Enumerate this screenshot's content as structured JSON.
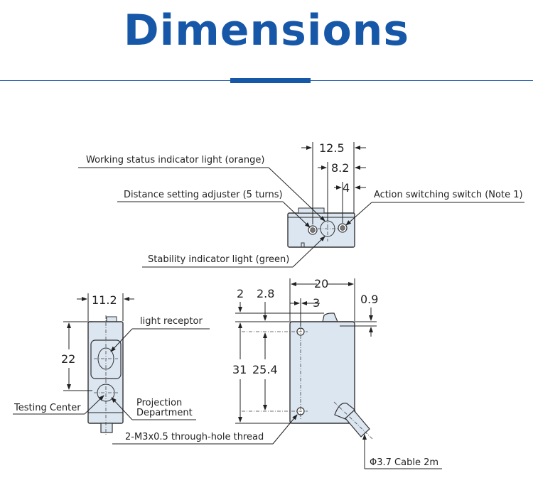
{
  "title": "Dimensions",
  "colors": {
    "title": "#1657a8",
    "body": "#dce6f1",
    "line": "#222222"
  },
  "labels": {
    "working_status": "Working status indicator light (orange)",
    "distance_adjuster": "Distance setting adjuster (5 turns)",
    "action_switch": "Action switching switch (Note 1)",
    "stability": "Stability indicator light (green)",
    "light_receptor": "light receptor",
    "testing_center": "Testing Center",
    "projection_1": "Projection",
    "projection_2": "Department",
    "thread": "2-M3x0.5 through-hole thread",
    "cable": "Φ3.7 Cable 2m"
  },
  "dimensions": {
    "d12_5": "12.5",
    "d8_2": "8.2",
    "d4": "4",
    "d11_2": "11.2",
    "d22": "22",
    "d20": "20",
    "d2": "2",
    "d2_8": "2.8",
    "d3": "3",
    "d0_9": "0.9",
    "d31": "31",
    "d25_4": "25.4"
  }
}
